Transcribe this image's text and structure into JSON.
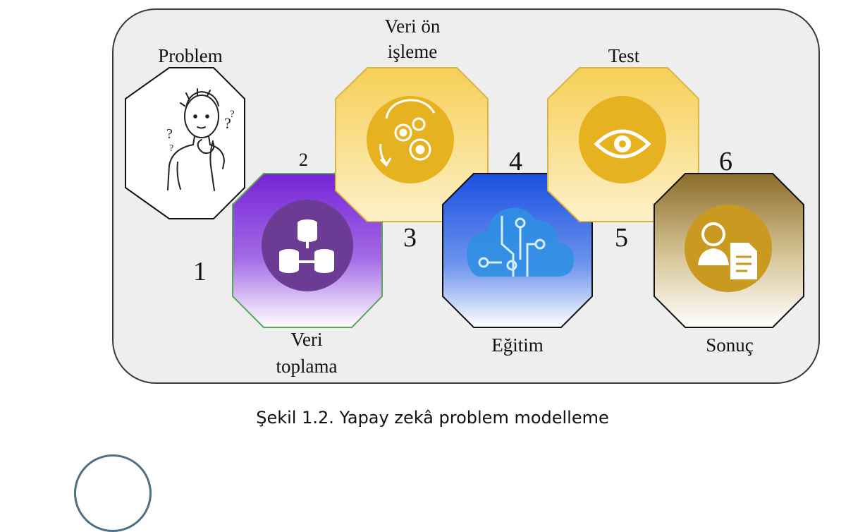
{
  "steps": [
    {
      "label": "Problem"
    },
    {
      "label": "Veri toplama"
    },
    {
      "label": "Veri ön işleme"
    },
    {
      "label": "Eğitim"
    },
    {
      "label": "Test"
    },
    {
      "label": "Sonuç"
    }
  ],
  "label_lines": {
    "veri_toplama_1": "Veri",
    "veri_toplama_2": "toplama",
    "veri_on_isleme_1": "Veri ön",
    "veri_on_isleme_2": "işleme"
  },
  "numbers": [
    "1",
    "2",
    "3",
    "4",
    "5",
    "6"
  ],
  "caption": "Şekil 1.2. Yapay zekâ problem modelleme",
  "icons": [
    "confused-person-icon",
    "database-icon",
    "gears-cycle-icon",
    "circuit-cloud-icon",
    "eye-icon",
    "user-document-icon"
  ],
  "colors": {
    "frame_bg": "#eeeeee",
    "purple": "#7b2fd0",
    "yellow": "#f5cf5c",
    "blue": "#1e55e0",
    "gold": "#a8863c",
    "icon_yellow": "#e7b21f",
    "icon_purple": "#6c3b94",
    "icon_blue": "#2f8fe3",
    "icon_gold": "#c99a1f"
  }
}
